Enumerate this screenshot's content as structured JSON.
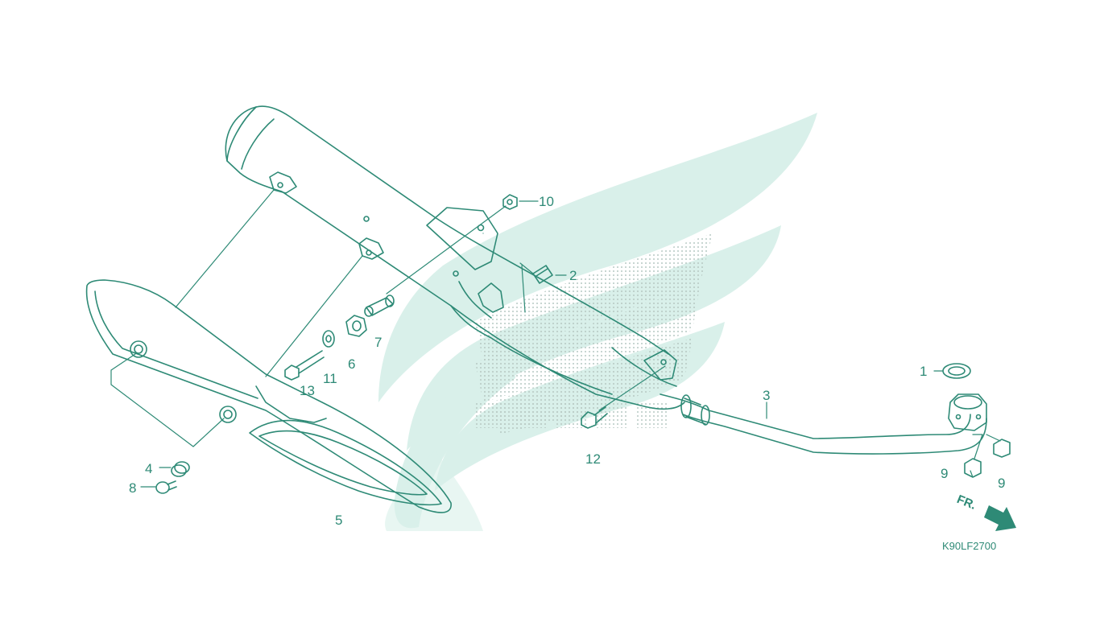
{
  "diagram": {
    "code": "K90LF2700",
    "direction_label": "FR.",
    "brand_watermark": "HONDA",
    "colors": {
      "line": "#2e8a76",
      "watermark": "#d6efe8",
      "dots": "#b7c9c3"
    },
    "callouts": [
      {
        "number": "1"
      },
      {
        "number": "2"
      },
      {
        "number": "3"
      },
      {
        "number": "4"
      },
      {
        "number": "5"
      },
      {
        "number": "6"
      },
      {
        "number": "7"
      },
      {
        "number": "8"
      },
      {
        "number": "9"
      },
      {
        "number": "9"
      },
      {
        "number": "10"
      },
      {
        "number": "11"
      },
      {
        "number": "12"
      },
      {
        "number": "13"
      }
    ]
  }
}
